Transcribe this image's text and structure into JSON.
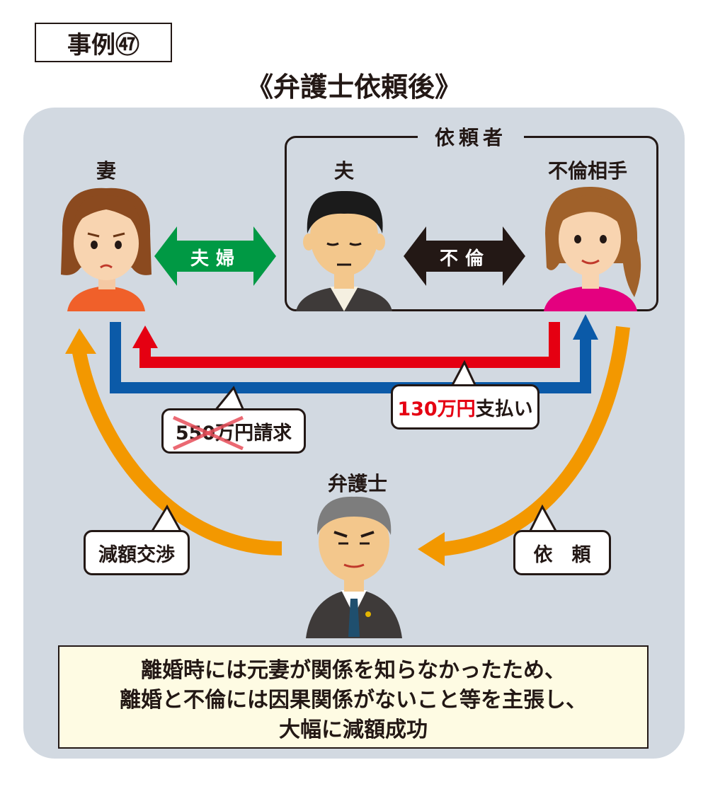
{
  "case_label": "事例㊼",
  "title": "《弁護士依頼後》",
  "group_label": "依頼者",
  "roles": {
    "wife": "妻",
    "husband": "夫",
    "partner": "不倫相手",
    "lawyer": "弁護士"
  },
  "arrows": {
    "couple": "夫婦",
    "affair": "不倫"
  },
  "callouts": {
    "claim_amount": "550万円",
    "claim_suffix": "請求",
    "paid_amount": "130万円",
    "paid_suffix": "支払い",
    "negotiation": "減額交渉",
    "request": "依　頼"
  },
  "summary": {
    "line1": "離婚時には元妻が関係を知らなかったため、",
    "line2": "離婚と不倫には因果関係がないこと等を主張し、",
    "line3": "大幅に減額成功"
  },
  "colors": {
    "panel": "#d2d9e1",
    "couple_arrow": "#009944",
    "affair_arrow": "#231815",
    "payment_arrow": "#e50012",
    "claim_arrow": "#0b5aa8",
    "lawyer_arrow": "#f39800",
    "summary_bg": "#fefbe3"
  }
}
